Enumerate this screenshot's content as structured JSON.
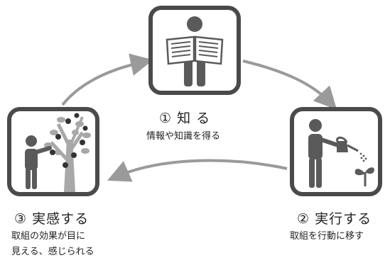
{
  "steps": [
    {
      "title": "① 知 る",
      "desc": [
        "情報や知識を得る"
      ]
    },
    {
      "title": "② 実行する",
      "desc": [
        "取組を行動に移す"
      ]
    },
    {
      "title": "③ 実感する",
      "desc": [
        "取組の効果が目に",
        "見える、感じられる"
      ]
    }
  ],
  "colors": {
    "frame": "#4a4a4a",
    "figure": "#5a5a5a",
    "arrow": "#9a9a9a",
    "tree": "#a8a8a8",
    "fruit": "#333333"
  }
}
